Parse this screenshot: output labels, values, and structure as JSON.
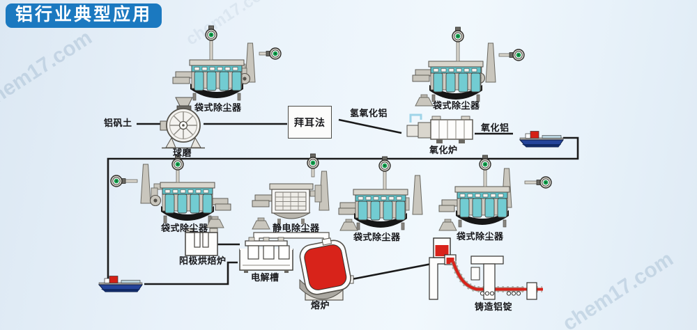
{
  "title": "铝行业典型应用",
  "watermark": "chem17.com",
  "labels": {
    "bauxite": "铝矾土",
    "ball_mill": "球磨",
    "bag_filter": "袋式除尘器",
    "bayer_process": "拜耳法",
    "aluminum_hydroxide": "氢氧化铝",
    "oxidation_furnace": "氧化炉",
    "alumina": "氧化铝",
    "electrostatic_precipitator": "静电除尘器",
    "anode_baking_furnace": "阳极烘焙炉",
    "electrolytic_cell": "电解槽",
    "melting_furnace": "熔炉",
    "cast_aluminum_ingot": "铸造铝锭"
  },
  "colors": {
    "title_bg": "#1b79c0",
    "filter_bag_teal": "#72ccd2",
    "molten_red": "#d8231a",
    "ship_navy": "#24449a",
    "flow_line": "#1a1a1a",
    "equipment_gray": "#c9c6bd",
    "monitor_green": "#15a24f"
  }
}
